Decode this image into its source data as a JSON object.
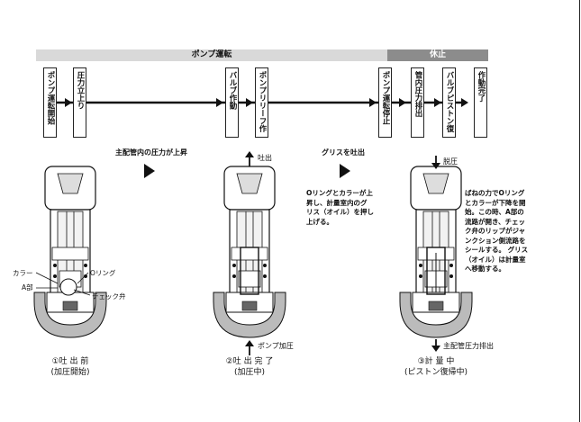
{
  "phases": {
    "run": "ポンプ運転",
    "stop": "休止"
  },
  "steps": [
    "ポンプ運転開始",
    "圧力立上り",
    "バルブ作動",
    "ポンプリリーフ作動",
    "ポンプ運転停止",
    "管内圧力排出",
    "バルブピストン復帰",
    "作動完了"
  ],
  "stage_labels": {
    "pressure_rise": "主配管内の圧力が上昇",
    "grease_out": "グリスを吐出"
  },
  "figure1": {
    "collar": "カラー",
    "oring": "Oリング",
    "a_part": "A部",
    "check_valve": "チェック弁",
    "caption_line1": "①吐 出 前",
    "caption_line2": "(加圧開始)"
  },
  "figure2": {
    "top_arrow": "吐出",
    "bottom_arrow": "ポンプ加圧",
    "caption_line1": "②吐 出 完 了",
    "caption_line2": "(加圧中)"
  },
  "figure3": {
    "top_arrow": "脱圧",
    "bottom_arrow": "主配管圧力排出",
    "caption_line1": "③計 量 中",
    "caption_line2": "(ピストン復帰中)"
  },
  "description_middle": [
    "Oリングとカラーが上",
    "昇し、計量室内のグ",
    "リス（オイル）を押し",
    "上げる。"
  ],
  "description_right": [
    "ばねの力でOリング",
    "とカラーが下降を開",
    "始。この時、A部の",
    "流路が開き、チェッ",
    "ク弁のリップがジャ",
    "ンクション側流路を",
    "シールする。 グリス",
    "（オイル）は計量室",
    "へ移動する。"
  ],
  "colors": {
    "run_band": "#d9d9d9",
    "stop_band": "#8c8c8c",
    "line": "#111111"
  }
}
